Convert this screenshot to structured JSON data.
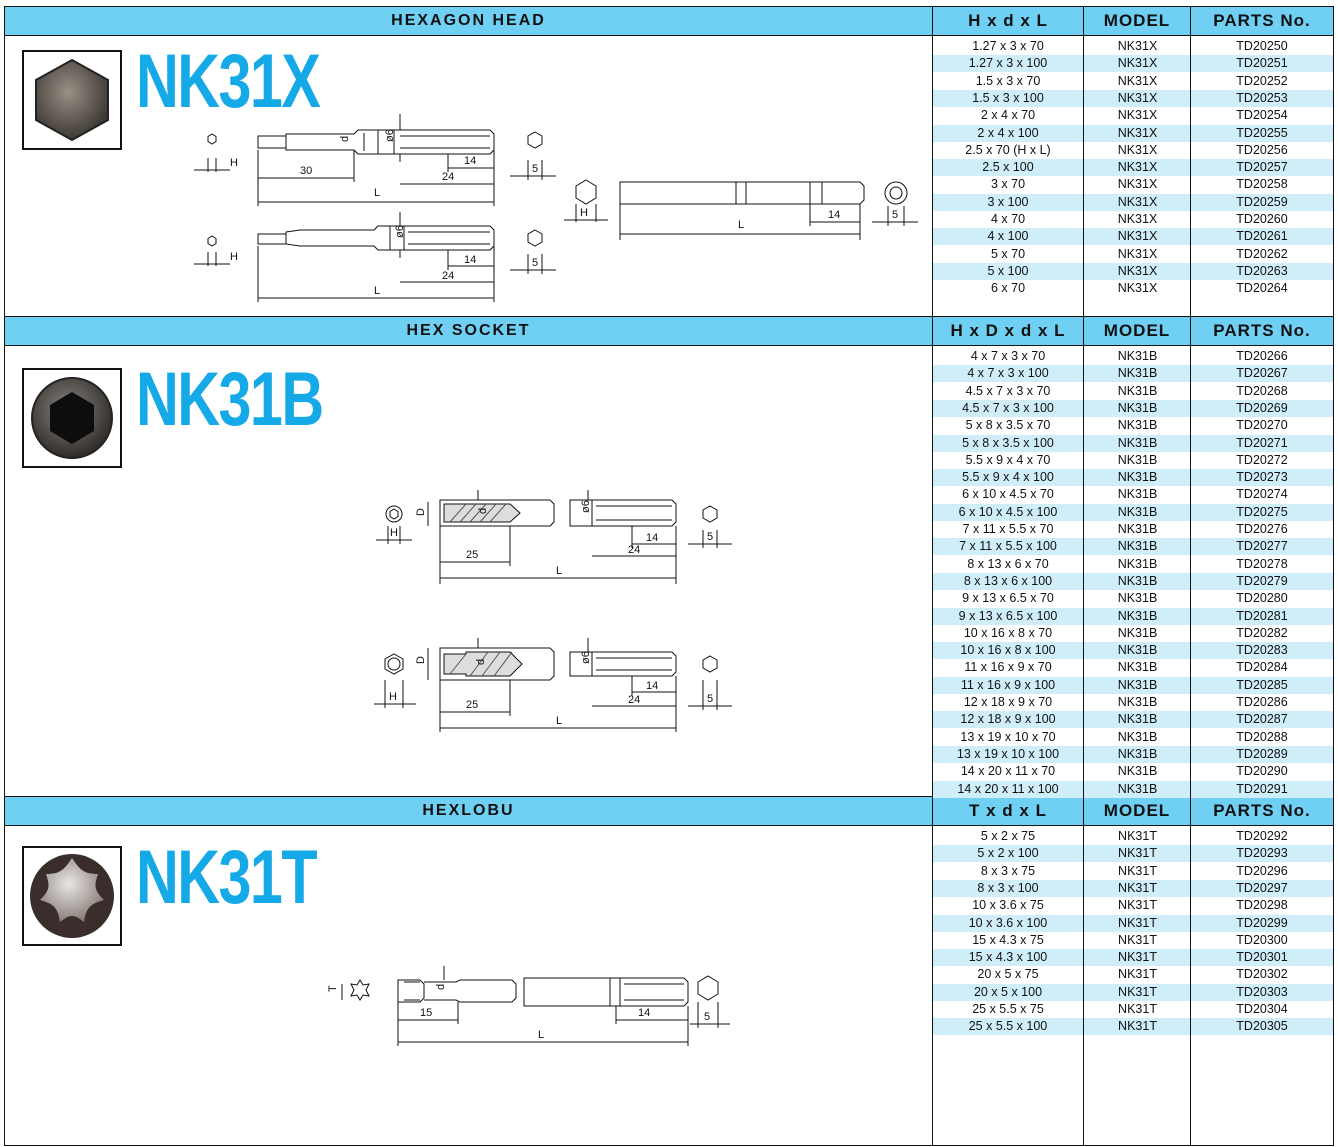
{
  "sections": [
    {
      "title": "HEXAGON HEAD",
      "model_label": "NK31X",
      "columns": [
        "H x d x L",
        "MODEL",
        "PARTS No."
      ],
      "rows": [
        [
          "1.27 x 3 x 70",
          "NK31X",
          "TD20250"
        ],
        [
          "1.27 x 3 x 100",
          "NK31X",
          "TD20251"
        ],
        [
          "1.5 x 3 x 70",
          "NK31X",
          "TD20252"
        ],
        [
          "1.5 x 3 x 100",
          "NK31X",
          "TD20253"
        ],
        [
          "2 x 4 x 70",
          "NK31X",
          "TD20254"
        ],
        [
          "2 x 4 x 100",
          "NK31X",
          "TD20255"
        ],
        [
          "2.5 x 70 (H x L)",
          "NK31X",
          "TD20256"
        ],
        [
          "2.5 x 100",
          "NK31X",
          "TD20257"
        ],
        [
          "3 x 70",
          "NK31X",
          "TD20258"
        ],
        [
          "3 x 100",
          "NK31X",
          "TD20259"
        ],
        [
          "4 x 70",
          "NK31X",
          "TD20260"
        ],
        [
          "4 x 100",
          "NK31X",
          "TD20261"
        ],
        [
          "5 x 70",
          "NK31X",
          "TD20262"
        ],
        [
          "5 x 100",
          "NK31X",
          "TD20263"
        ],
        [
          "6 x 70",
          "NK31X",
          "TD20264"
        ]
      ]
    },
    {
      "title": "HEX  SOCKET",
      "model_label": "NK31B",
      "columns": [
        "H x D x d x L",
        "MODEL",
        "PARTS No."
      ],
      "rows": [
        [
          "4 x 7 x 3 x 70",
          "NK31B",
          "TD20266"
        ],
        [
          "4 x 7 x 3 x 100",
          "NK31B",
          "TD20267"
        ],
        [
          "4.5 x 7 x 3 x 70",
          "NK31B",
          "TD20268"
        ],
        [
          "4.5 x 7 x 3 x 100",
          "NK31B",
          "TD20269"
        ],
        [
          "5 x 8 x 3.5 x 70",
          "NK31B",
          "TD20270"
        ],
        [
          "5 x 8 x 3.5 x 100",
          "NK31B",
          "TD20271"
        ],
        [
          "5.5 x 9 x 4 x 70",
          "NK31B",
          "TD20272"
        ],
        [
          "5.5 x 9 x 4 x 100",
          "NK31B",
          "TD20273"
        ],
        [
          "6 x 10 x 4.5 x 70",
          "NK31B",
          "TD20274"
        ],
        [
          "6 x 10 x 4.5 x 100",
          "NK31B",
          "TD20275"
        ],
        [
          "7 x 11 x 5.5 x 70",
          "NK31B",
          "TD20276"
        ],
        [
          "7 x 11 x 5.5 x 100",
          "NK31B",
          "TD20277"
        ],
        [
          "8 x 13 x 6 x 70",
          "NK31B",
          "TD20278"
        ],
        [
          "8 x 13 x 6 x 100",
          "NK31B",
          "TD20279"
        ],
        [
          "9 x 13 x 6.5 x 70",
          "NK31B",
          "TD20280"
        ],
        [
          "9 x 13 x 6.5 x 100",
          "NK31B",
          "TD20281"
        ],
        [
          "10 x 16 x 8 x 70",
          "NK31B",
          "TD20282"
        ],
        [
          "10 x 16 x 8 x 100",
          "NK31B",
          "TD20283"
        ],
        [
          "11 x 16 x 9 x 70",
          "NK31B",
          "TD20284"
        ],
        [
          "11 x 16 x 9 x 100",
          "NK31B",
          "TD20285"
        ],
        [
          "12 x 18 x 9 x 70",
          "NK31B",
          "TD20286"
        ],
        [
          "12 x 18 x 9 x 100",
          "NK31B",
          "TD20287"
        ],
        [
          "13 x 19 x 10 x 70",
          "NK31B",
          "TD20288"
        ],
        [
          "13 x 19 x 10 x 100",
          "NK31B",
          "TD20289"
        ],
        [
          "14 x 20 x 11 x 70",
          "NK31B",
          "TD20290"
        ],
        [
          "14 x 20 x 11 x 100",
          "NK31B",
          "TD20291"
        ]
      ]
    },
    {
      "title": "HEXLOBU",
      "model_label": "NK31T",
      "columns": [
        "T x d x L",
        "MODEL",
        "PARTS No."
      ],
      "rows": [
        [
          "5 x 2 x 75",
          "NK31T",
          "TD20292"
        ],
        [
          "5 x 2 x 100",
          "NK31T",
          "TD20293"
        ],
        [
          "8 x 3 x 75",
          "NK31T",
          "TD20296"
        ],
        [
          "8 x 3 x 100",
          "NK31T",
          "TD20297"
        ],
        [
          "10 x 3.6 x 75",
          "NK31T",
          "TD20298"
        ],
        [
          "10 x 3.6 x 100",
          "NK31T",
          "TD20299"
        ],
        [
          "15 x 4.3 x 75",
          "NK31T",
          "TD20300"
        ],
        [
          "15 x 4.3 x 100",
          "NK31T",
          "TD20301"
        ],
        [
          "20 x 5 x 75",
          "NK31T",
          "TD20302"
        ],
        [
          "20 x 5 x 100",
          "NK31T",
          "TD20303"
        ],
        [
          "25 x 5.5 x 75",
          "NK31T",
          "TD20304"
        ],
        [
          "25 x 5.5 x 100",
          "NK31T",
          "TD20305"
        ]
      ]
    }
  ],
  "drawing_labels": {
    "H": "H",
    "d": "d",
    "D": "D",
    "L": "L",
    "T": "T",
    "phi6": "ø6",
    "n30": "30",
    "n14": "14",
    "n24": "24",
    "n5": "5",
    "n25": "25",
    "n15": "15"
  },
  "colors": {
    "header_bg": "#6fd0f4",
    "stripe": "#cfeefa",
    "model_text": "#16a9e8"
  }
}
